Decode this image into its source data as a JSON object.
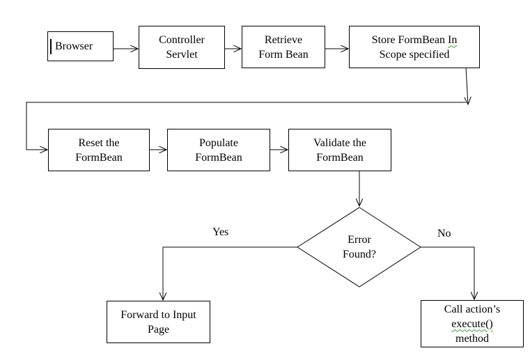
{
  "nodes": {
    "browser": "Browser",
    "controller": "Controller\nServlet",
    "retrieve": "Retrieve\nForm Bean",
    "store_line1_a": "Store FormBean ",
    "store_line1_b": "In",
    "store_line2": "Scope specified",
    "reset": "Reset the\nFormBean",
    "populate": "Populate\nFormBean",
    "validate": "Validate the\nFormBean",
    "decision": "Error\nFound?",
    "forward": "Forward to Input\nPage",
    "call_line1": "Call action’s",
    "call_line2": "execute()",
    "call_line3": "method"
  },
  "edge_labels": {
    "yes": "Yes",
    "no": "No"
  }
}
